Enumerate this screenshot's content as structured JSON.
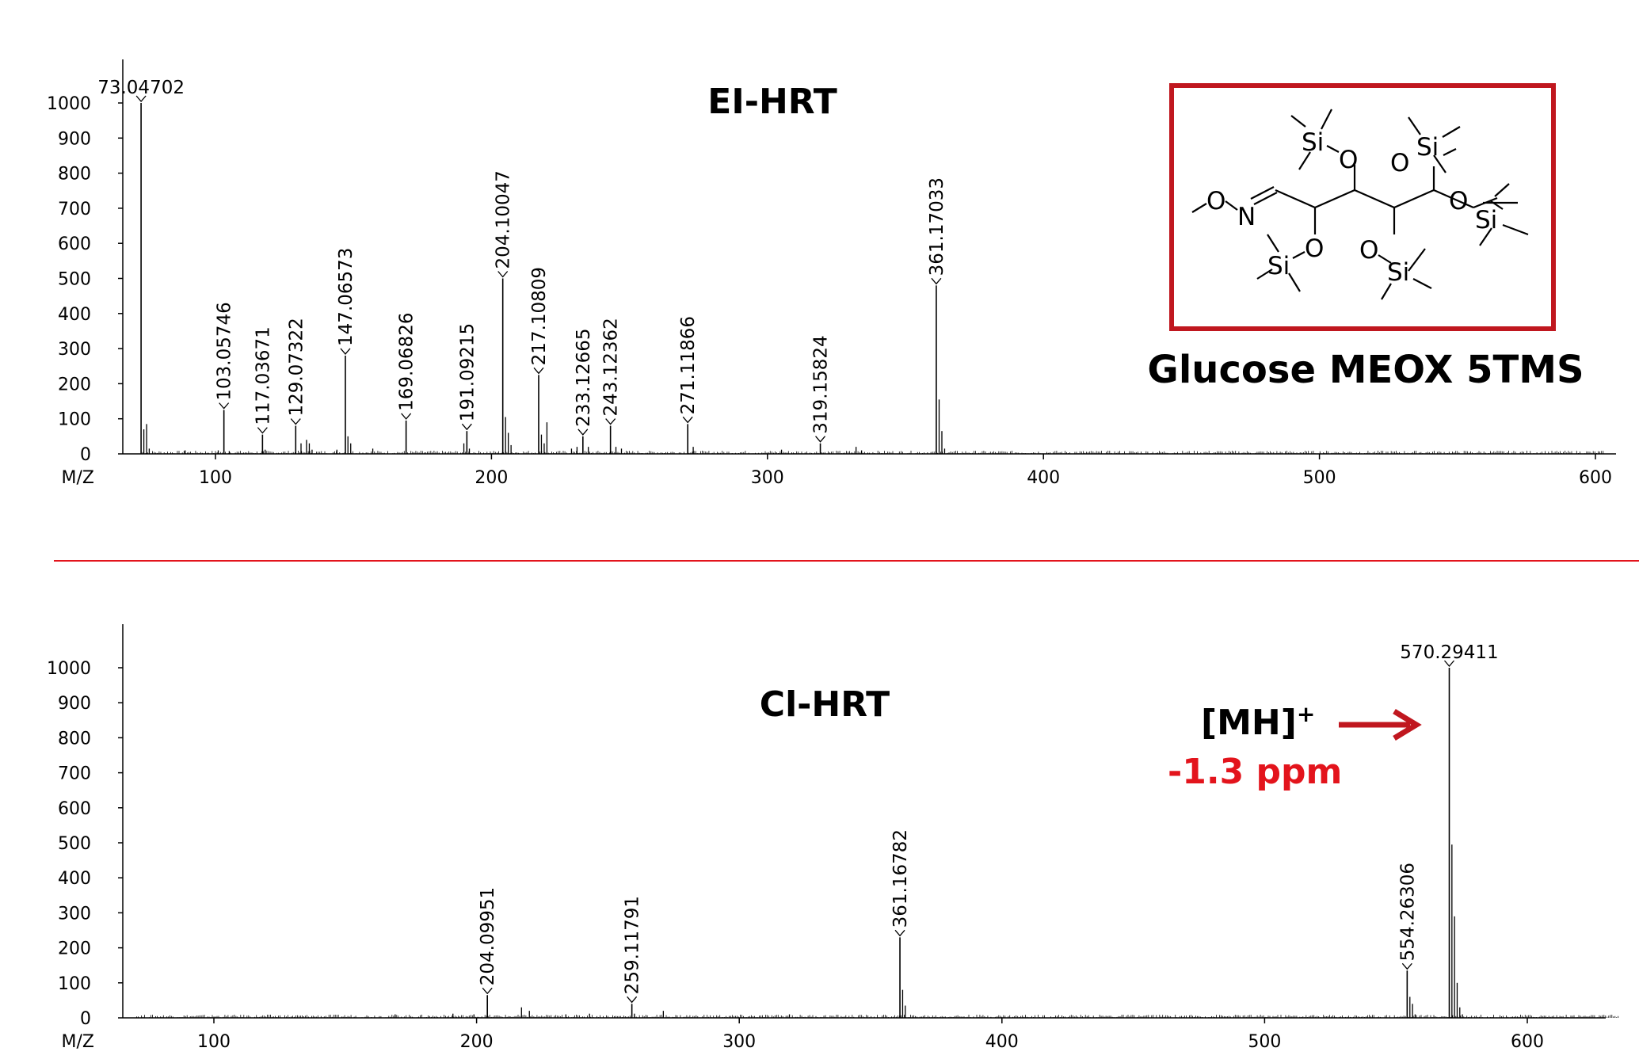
{
  "colors": {
    "separator": "#e3141c",
    "box": "#c0171f",
    "arrow": "#c0171f",
    "ppm_text": "#e3141c",
    "spectrum": "#000000"
  },
  "chart_data": [
    {
      "type": "bar",
      "title": "EI-HRT",
      "xlabel": "M/Z",
      "xlim": [
        73,
        603
      ],
      "ylim": [
        0,
        1000
      ],
      "x_ticks": [
        100,
        200,
        300,
        400,
        500,
        600
      ],
      "y_ticks": [
        0,
        100,
        200,
        300,
        400,
        500,
        600,
        700,
        800,
        900,
        1000
      ],
      "labeled_peaks": [
        {
          "label": "73.04702",
          "x": 73.047,
          "y": 1000,
          "label_orientation": "horizontal"
        },
        {
          "label": "103.05746",
          "x": 103.057,
          "y": 125,
          "label_orientation": "vertical"
        },
        {
          "label": "117.03671",
          "x": 117.037,
          "y": 55,
          "label_orientation": "vertical"
        },
        {
          "label": "129.07322",
          "x": 129.073,
          "y": 80,
          "label_orientation": "vertical"
        },
        {
          "label": "147.06573",
          "x": 147.066,
          "y": 280,
          "label_orientation": "vertical"
        },
        {
          "label": "169.06826",
          "x": 169.068,
          "y": 95,
          "label_orientation": "vertical"
        },
        {
          "label": "191.09215",
          "x": 191.092,
          "y": 65,
          "label_orientation": "vertical"
        },
        {
          "label": "204.10047",
          "x": 204.1,
          "y": 500,
          "label_orientation": "vertical"
        },
        {
          "label": "217.10809",
          "x": 217.108,
          "y": 225,
          "label_orientation": "vertical"
        },
        {
          "label": "233.12665",
          "x": 233.127,
          "y": 50,
          "label_orientation": "vertical"
        },
        {
          "label": "243.12362",
          "x": 243.124,
          "y": 80,
          "label_orientation": "vertical"
        },
        {
          "label": "271.11866",
          "x": 271.119,
          "y": 85,
          "label_orientation": "vertical"
        },
        {
          "label": "319.15824",
          "x": 319.158,
          "y": 30,
          "label_orientation": "vertical"
        },
        {
          "label": "361.17033",
          "x": 361.17,
          "y": 480,
          "label_orientation": "vertical"
        }
      ],
      "minor_peaks": [
        [
          74.05,
          70
        ],
        [
          75.05,
          85
        ],
        [
          76.0,
          15
        ],
        [
          89.0,
          10
        ],
        [
          101.0,
          10
        ],
        [
          105.0,
          8
        ],
        [
          118.0,
          12
        ],
        [
          131.0,
          30
        ],
        [
          133.0,
          40
        ],
        [
          134.0,
          30
        ],
        [
          135.0,
          12
        ],
        [
          144.0,
          12
        ],
        [
          148.0,
          50
        ],
        [
          149.0,
          30
        ],
        [
          157.0,
          15
        ],
        [
          190.0,
          30
        ],
        [
          192.0,
          15
        ],
        [
          205.1,
          105
        ],
        [
          206.1,
          60
        ],
        [
          207.1,
          25
        ],
        [
          218.1,
          55
        ],
        [
          219.1,
          30
        ],
        [
          220.1,
          90
        ],
        [
          229.0,
          15
        ],
        [
          231.0,
          20
        ],
        [
          235.1,
          20
        ],
        [
          245.1,
          20
        ],
        [
          247.1,
          15
        ],
        [
          273.1,
          20
        ],
        [
          305.1,
          12
        ],
        [
          332.1,
          20
        ],
        [
          334.1,
          10
        ],
        [
          362.2,
          155
        ],
        [
          363.2,
          65
        ],
        [
          364.2,
          15
        ]
      ],
      "molecule": {
        "name": "Glucose MEOX 5TMS",
        "atoms": {
          "silicon": "Si",
          "oxygen": "O",
          "nitrogen": "N"
        }
      }
    },
    {
      "type": "bar",
      "title": "Cl-HRT",
      "xlabel": "M/Z",
      "xlim": [
        64,
        635
      ],
      "ylim": [
        0,
        1000
      ],
      "x_ticks": [
        100,
        200,
        300,
        400,
        500,
        600
      ],
      "y_ticks": [
        0,
        100,
        200,
        300,
        400,
        500,
        600,
        700,
        800,
        900,
        1000
      ],
      "labeled_peaks": [
        {
          "label": "204.09951",
          "x": 204.1,
          "y": 65,
          "label_orientation": "vertical"
        },
        {
          "label": "259.11791",
          "x": 259.118,
          "y": 40,
          "label_orientation": "vertical"
        },
        {
          "label": "361.16782",
          "x": 361.168,
          "y": 230,
          "label_orientation": "vertical"
        },
        {
          "label": "554.26306",
          "x": 554.263,
          "y": 135,
          "label_orientation": "vertical"
        },
        {
          "label": "570.29411",
          "x": 570.294,
          "y": 1000,
          "label_orientation": "horizontal"
        }
      ],
      "minor_peaks": [
        [
          169.0,
          10
        ],
        [
          191.0,
          12
        ],
        [
          199.0,
          10
        ],
        [
          217.1,
          30
        ],
        [
          220.1,
          20
        ],
        [
          234.0,
          10
        ],
        [
          243.0,
          12
        ],
        [
          260.1,
          12
        ],
        [
          271.1,
          20
        ],
        [
          319.1,
          10
        ],
        [
          362.2,
          80
        ],
        [
          363.2,
          35
        ],
        [
          555.3,
          60
        ],
        [
          556.3,
          40
        ],
        [
          557.3,
          10
        ],
        [
          571.3,
          495
        ],
        [
          572.3,
          290
        ],
        [
          573.3,
          100
        ],
        [
          574.3,
          30
        ],
        [
          575.3,
          10
        ]
      ],
      "annotation": {
        "ion": "[MH]",
        "charge": "+",
        "error": "-1.3 ppm"
      }
    }
  ]
}
